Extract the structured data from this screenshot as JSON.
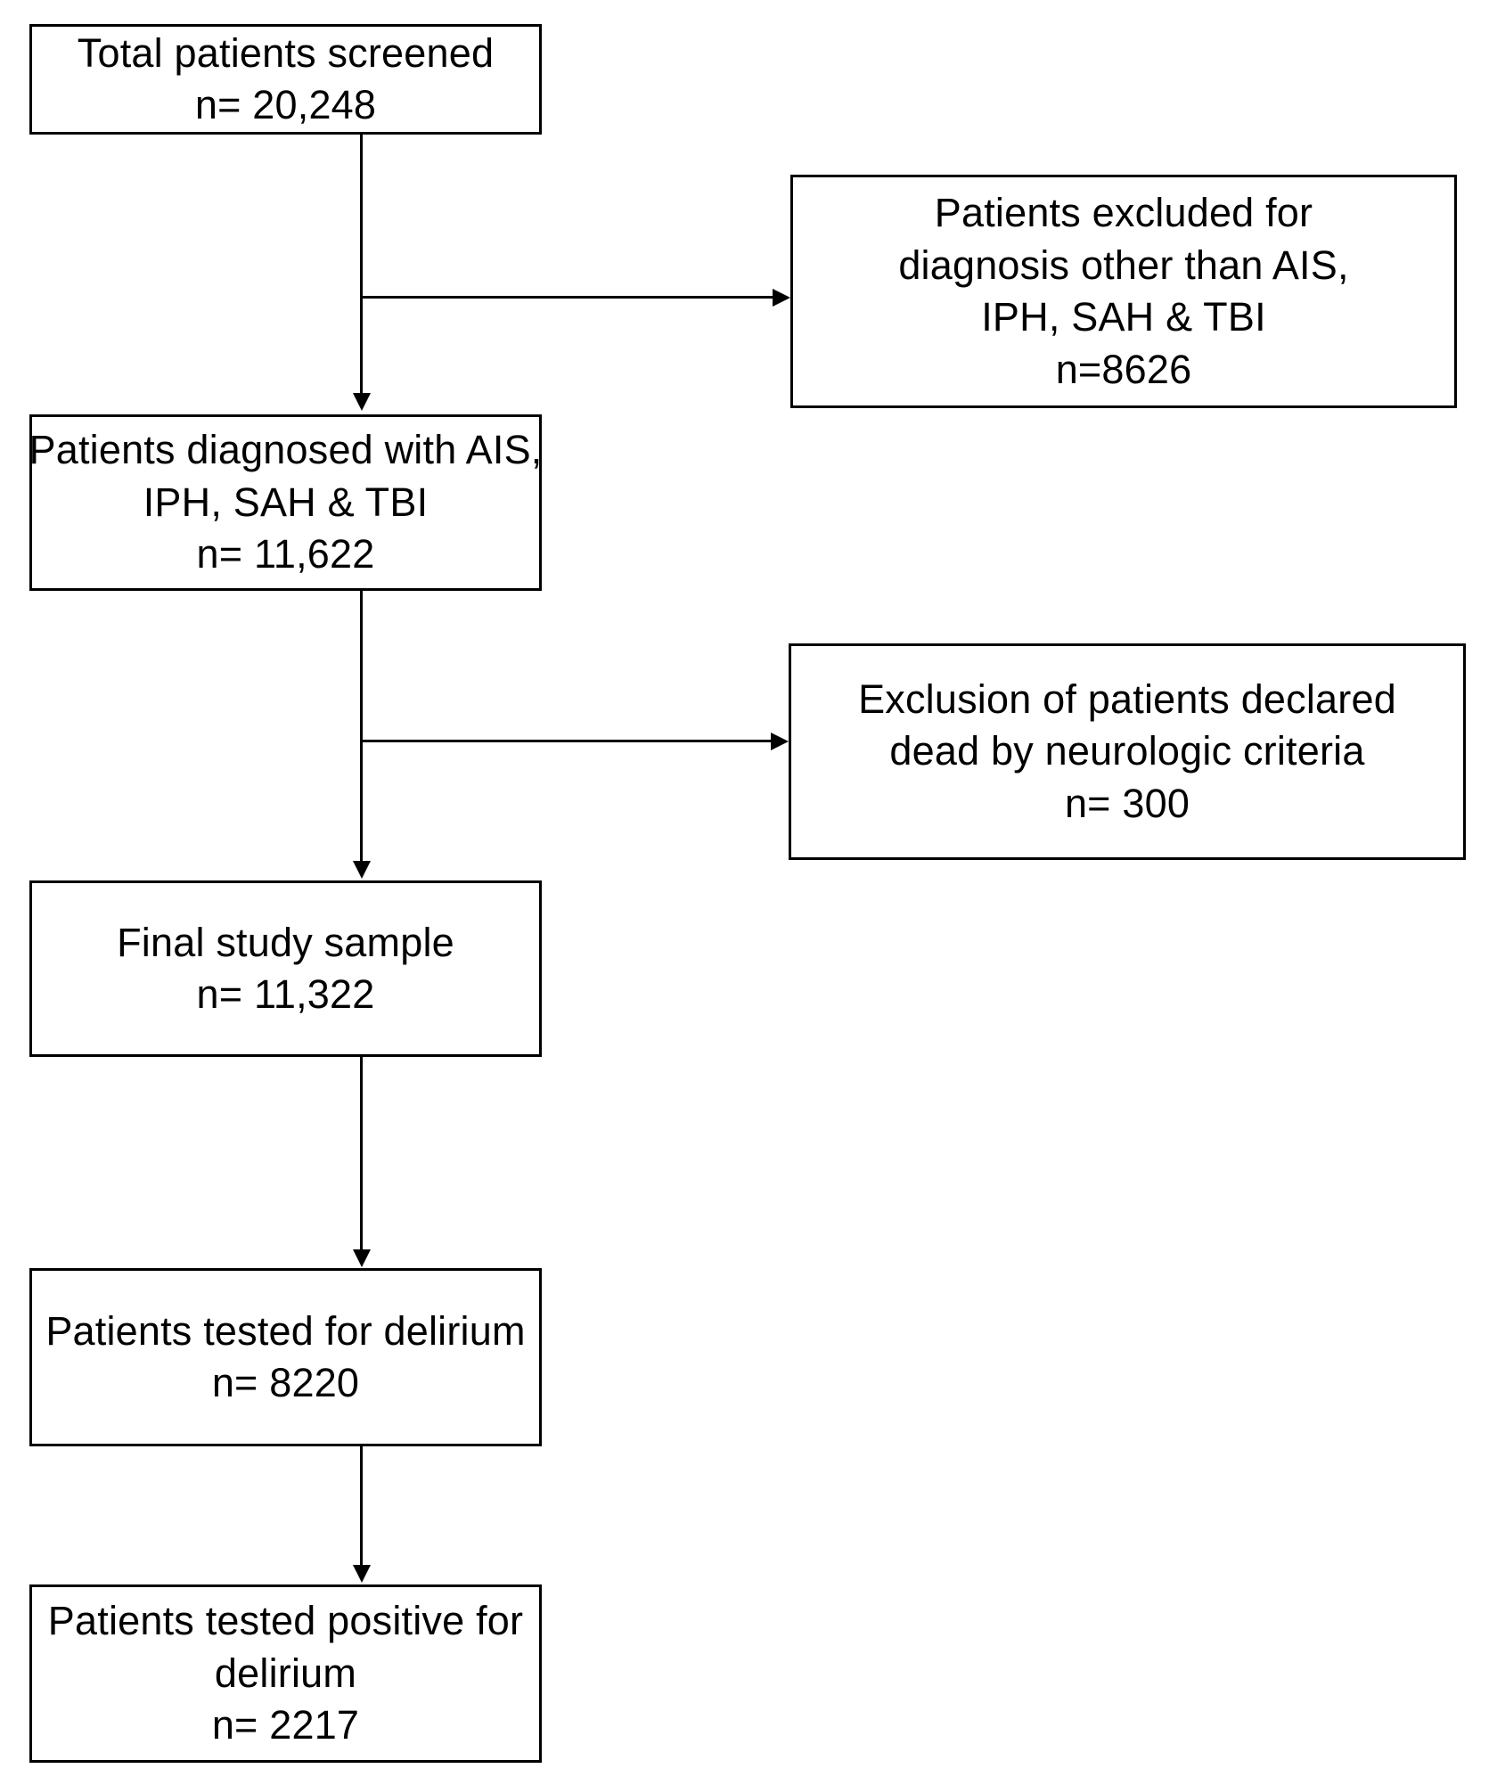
{
  "figure": {
    "type": "flowchart",
    "orientation": "vertical-with-right-exclusions",
    "stroke_color": "#000000",
    "background_color": "#ffffff"
  },
  "nodes": {
    "screened": {
      "id": "total-patients-screened",
      "lines": [
        "Total patients screened",
        "n= 20,248"
      ],
      "count": 20248,
      "line1": "Total patients screened",
      "line2": "n= 20,248"
    },
    "excluded_diagnosis": {
      "id": "patients-excluded-diagnosis",
      "lines": [
        "Patients excluded for",
        "diagnosis other than AIS,",
        "IPH, SAH & TBI",
        "n=8626"
      ],
      "count": 8626,
      "line1": "Patients excluded for",
      "line2": "diagnosis other than AIS,",
      "line3": "IPH, SAH & TBI",
      "line4": "n=8626"
    },
    "diagnosed": {
      "id": "patients-diagnosed",
      "lines": [
        "Patients diagnosed with AIS,",
        "IPH, SAH & TBI",
        "n= 11,622"
      ],
      "count": 11622,
      "line1": "Patients diagnosed with AIS,",
      "line2": "IPH, SAH & TBI",
      "line3": "n= 11,622"
    },
    "excluded_dead": {
      "id": "exclusion-dead-neurologic-criteria",
      "lines": [
        "Exclusion of patients declared",
        "dead by neurologic criteria",
        "n= 300"
      ],
      "count": 300,
      "line1": "Exclusion of patients declared",
      "line2": "dead by neurologic criteria",
      "line3": "n= 300"
    },
    "final_sample": {
      "id": "final-study-sample",
      "lines": [
        "Final study sample",
        "n= 11,322"
      ],
      "count": 11322,
      "line1": "Final study sample",
      "line2": "n= 11,322"
    },
    "tested": {
      "id": "patients-tested-for-delirium",
      "lines": [
        "Patients tested for delirium",
        "n= 8220"
      ],
      "count": 8220,
      "line1": "Patients tested for delirium",
      "line2": "n= 8220"
    },
    "positive": {
      "id": "patients-tested-positive-for-delirium",
      "lines": [
        "Patients tested positive for",
        "delirium",
        "n= 2217"
      ],
      "count": 2217,
      "line1": "Patients tested positive for",
      "line2": "delirium",
      "line3": "n= 2217"
    }
  },
  "edges": [
    {
      "from": "screened",
      "to": "diagnosed",
      "kind": "down-arrow"
    },
    {
      "from": "screened",
      "to": "excluded_diagnosis",
      "kind": "right-arrow"
    },
    {
      "from": "diagnosed",
      "to": "final_sample",
      "kind": "down-arrow"
    },
    {
      "from": "diagnosed",
      "to": "excluded_dead",
      "kind": "right-arrow"
    },
    {
      "from": "final_sample",
      "to": "tested",
      "kind": "down-arrow"
    },
    {
      "from": "tested",
      "to": "positive",
      "kind": "down-arrow"
    }
  ]
}
